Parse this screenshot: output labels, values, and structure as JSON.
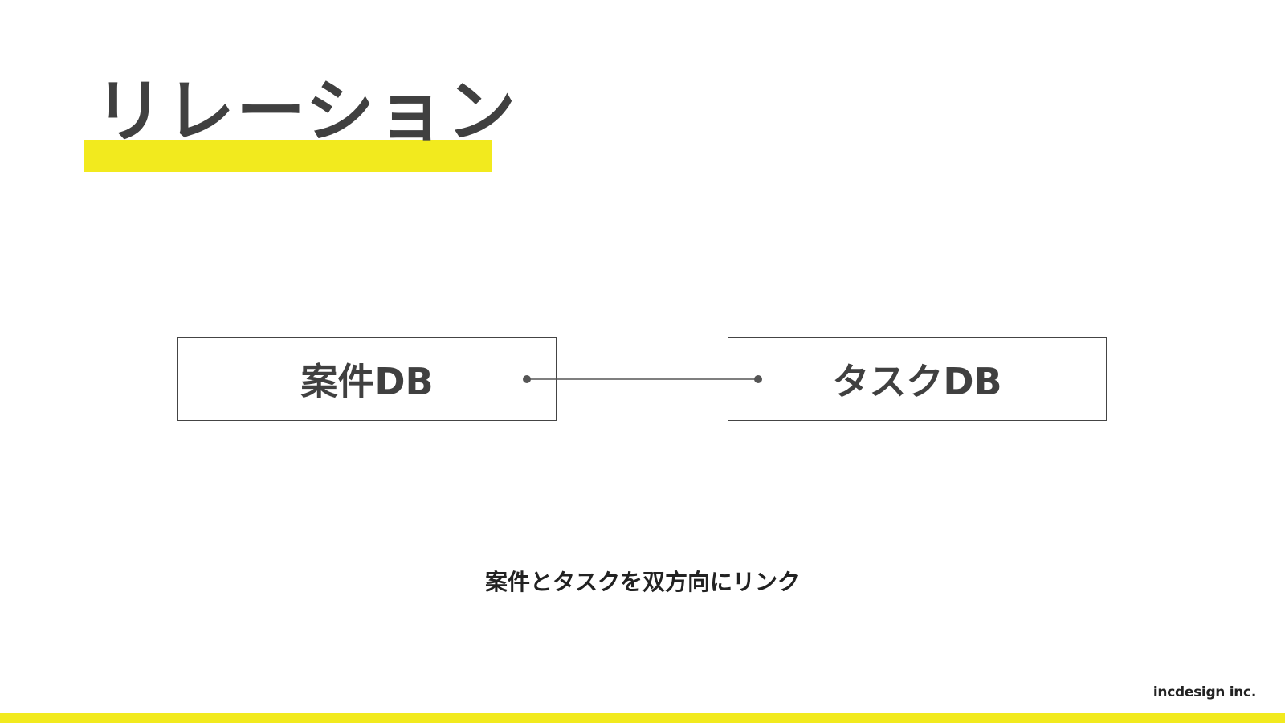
{
  "slide": {
    "title": "リレーション",
    "caption": "案件とタスクを双方向にリンク",
    "brand": "incdesign inc."
  },
  "diagram": {
    "nodes": [
      {
        "id": "project-db",
        "label": "案件DB"
      },
      {
        "id": "task-db",
        "label": "タスクDB"
      }
    ],
    "edges": [
      {
        "from": "project-db",
        "to": "task-db",
        "type": "bidirectional-relation"
      }
    ]
  },
  "colors": {
    "accent": "#f2ea1e",
    "text": "#404040",
    "line": "#555555"
  }
}
